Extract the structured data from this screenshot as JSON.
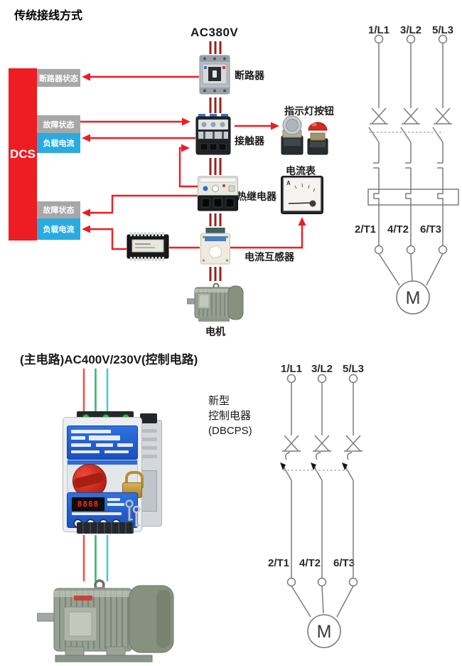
{
  "colors": {
    "arrow_red": "#ed1c24",
    "wire_dark_red": "#96231d",
    "dcs_red": "#ee1c23",
    "box_gray": "#a7a7a7",
    "box_blue": "#29abe2",
    "schematic_gray": "#7c7c7c",
    "phase_wire_red": "#ef4f46",
    "phase_wire_green": "#2fb46c",
    "phase_wire_cyan": "#41c4ee",
    "product_blue": "#2f72e0",
    "knob_red": "#c3271a"
  },
  "traditional": {
    "title": "传统接线方式",
    "supply_label": "AC380V",
    "dcs_label": "DCS",
    "signal_boxes": [
      {
        "label": "断路器状态",
        "type": "gray"
      },
      {
        "label": "故障状态",
        "type": "gray"
      },
      {
        "label": "负载电流",
        "type": "blue"
      },
      {
        "label": "故障状态",
        "type": "gray"
      },
      {
        "label": "负载电流",
        "type": "blue"
      }
    ],
    "devices": {
      "breaker": "断路器",
      "contactor": "接触器",
      "thermal_relay": "热继电器",
      "current_transformer": "电流互感器",
      "motor": "电机",
      "indicator_button": "指示灯按钮",
      "ammeter": "电流表"
    },
    "ammeter_unit": "A",
    "schematic": {
      "top_terminals": [
        "1/L1",
        "3/L2",
        "5/L3"
      ],
      "bottom_terminals": [
        "2/T1",
        "4/T2",
        "6/T3"
      ],
      "motor_symbol": "M"
    }
  },
  "modern": {
    "title": "(主电路)AC400V/230V(控制电路)",
    "caption_line1": "新型",
    "caption_line2": "控制电器",
    "caption_line3": "(DBCPS)",
    "display_digits": "8888",
    "schematic": {
      "top_terminals": [
        "1/L1",
        "3/L2",
        "5/L3"
      ],
      "bottom_terminals": [
        "2/T1",
        "4/T2",
        "6/T3"
      ],
      "motor_symbol": "M"
    }
  }
}
